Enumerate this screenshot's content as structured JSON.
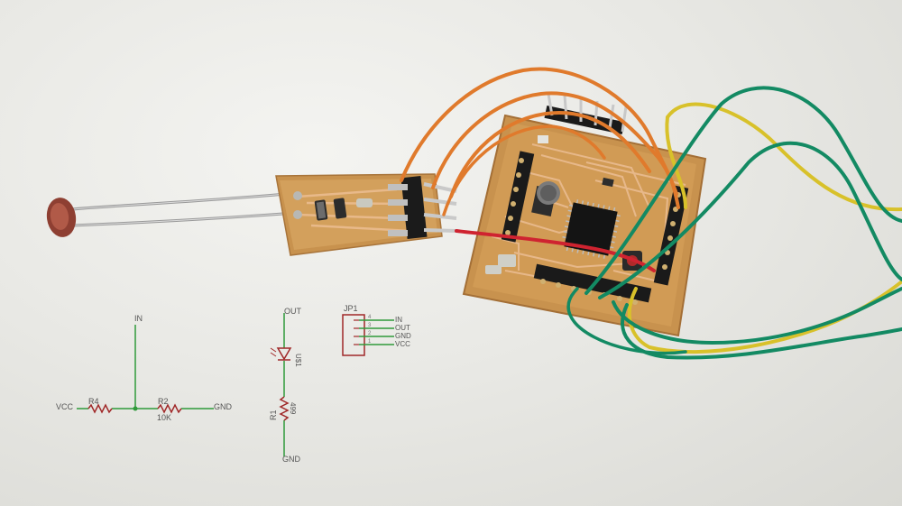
{
  "schematic_a": {
    "net_in": "IN",
    "net_vcc": "VCC",
    "net_gnd": "GND",
    "r4_name": "R4",
    "r2_name": "R2",
    "r2_value": "10K"
  },
  "schematic_b": {
    "net_out": "OUT",
    "net_gnd": "GND",
    "led_name": "U$1",
    "r1_name": "R1",
    "r1_value": "499"
  },
  "connector": {
    "name": "JP1",
    "pins": [
      {
        "num": "4",
        "label": "IN"
      },
      {
        "num": "3",
        "label": "OUT"
      },
      {
        "num": "2",
        "label": "GND"
      },
      {
        "num": "1",
        "label": "VCC"
      }
    ]
  },
  "colors": {
    "pcb": "#c8924e",
    "wire_orange": "#e07a2c",
    "wire_red": "#cf2330",
    "wire_green": "#138a63",
    "wire_yellow": "#d8c12a",
    "schematic_wire": "#2f9a3a",
    "schematic_part": "#a02828"
  }
}
